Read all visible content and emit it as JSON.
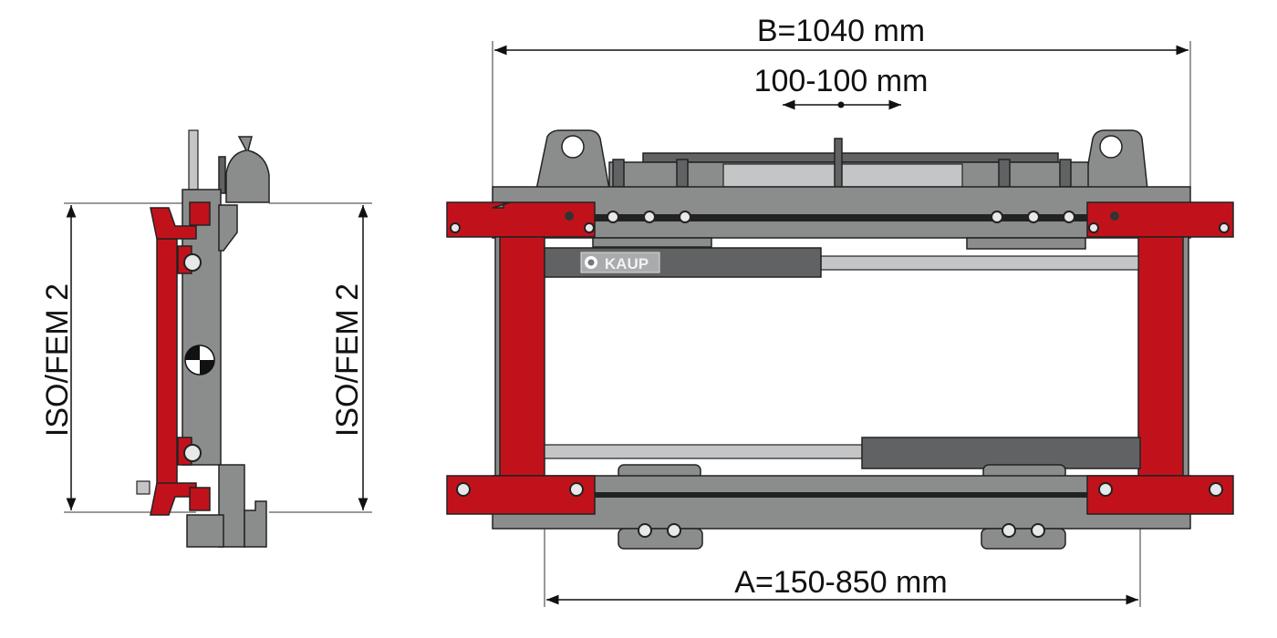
{
  "dimensions": {
    "overall_width": "B=1040 mm",
    "sideshift": "100-100 mm",
    "fork_spread": "A=150-850 mm",
    "side_height_left": "ISO/FEM 2",
    "side_height_right": "ISO/FEM 2"
  },
  "logo": {
    "text": "KAUP"
  },
  "colors": {
    "red": "#c1121c",
    "gray": "#8b8d8d",
    "dark_gray": "#606264",
    "light_gray": "#c4c5c6"
  }
}
